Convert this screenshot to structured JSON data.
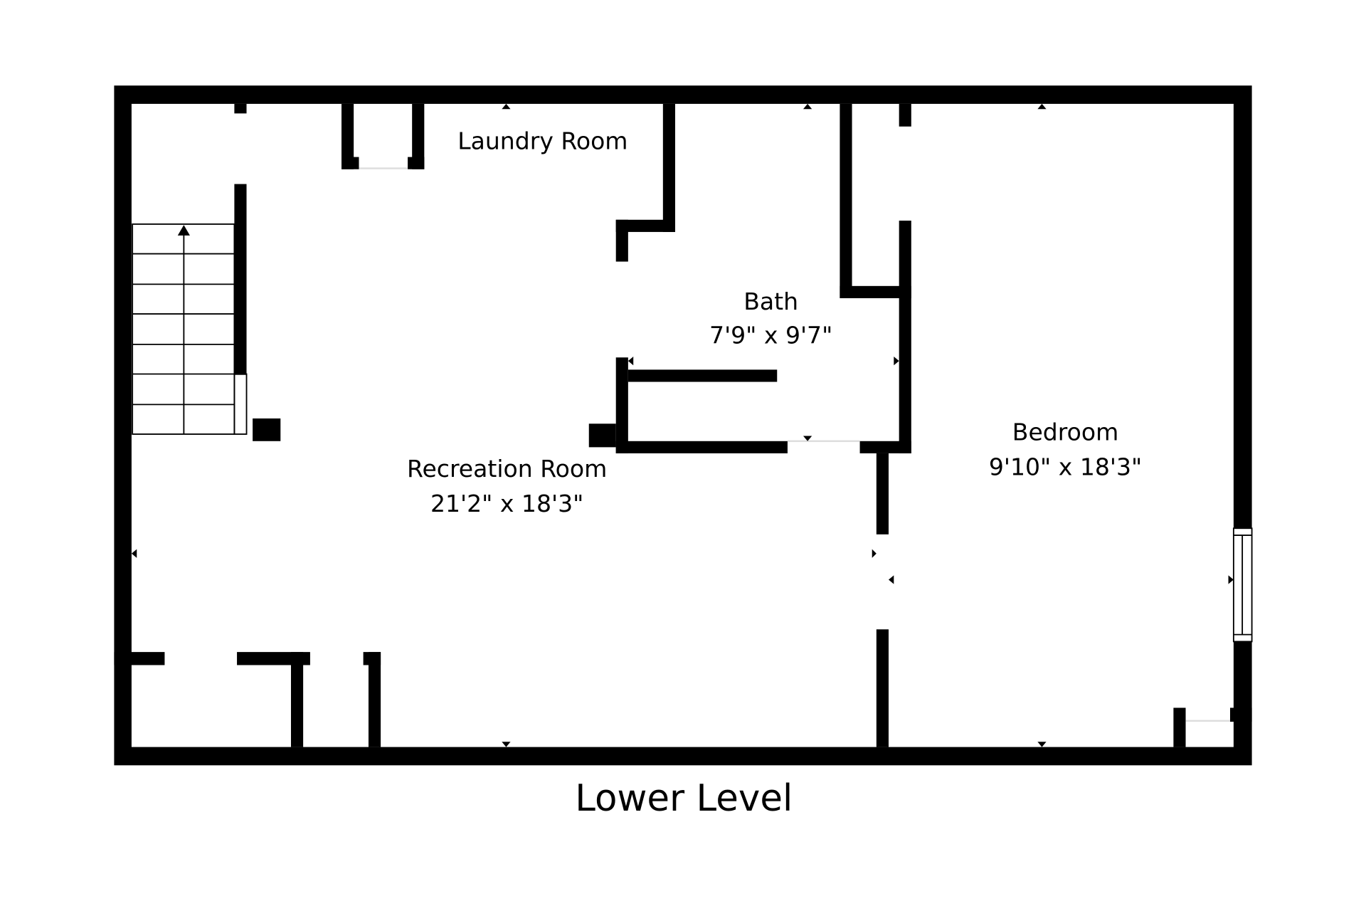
{
  "plan": {
    "title": "Lower Level",
    "wall_color": "#000000",
    "background_color": "#ffffff",
    "rooms": [
      {
        "name": "Laundry Room",
        "dimensions": ""
      },
      {
        "name": "Bath",
        "dimensions": "7'9\" x 9'7\""
      },
      {
        "name": "Recreation Room",
        "dimensions": "21'2\" x 18'3\""
      },
      {
        "name": "Bedroom",
        "dimensions": "9'10\" x 18'3\""
      }
    ]
  }
}
